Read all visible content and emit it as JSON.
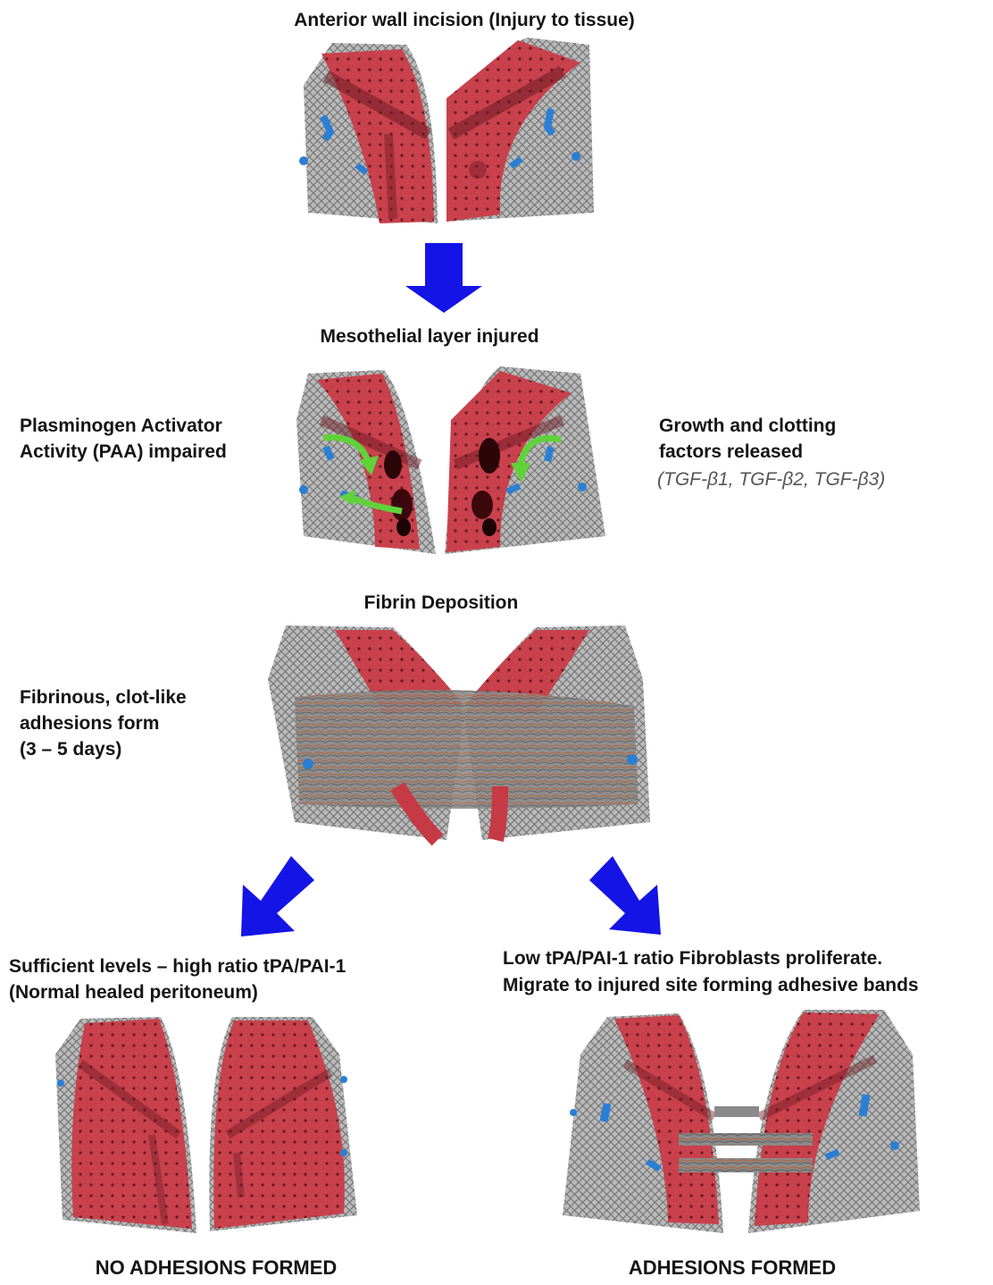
{
  "steps": {
    "incision_title": "Anterior wall incision (Injury to tissue)",
    "mesothelial_title": "Mesothelial layer injured",
    "paa_line1": "Plasminogen Activator",
    "paa_line2": "Activity (PAA) impaired",
    "growth_line1": "Growth and clotting",
    "growth_line2": "factors released",
    "growth_factors": "(TGF-β1,  TGF-β2, TGF-β3)",
    "fibrin_title": "Fibrin Deposition",
    "fibrinous_line1": "Fibrinous, clot-like",
    "fibrinous_line2": "adhesions form",
    "fibrinous_line3": "(3 – 5 days)"
  },
  "outcomes": {
    "left_line1": "Sufficient levels – high ratio tPA/PAI-1",
    "left_line2": "(Normal healed peritoneum)",
    "left_result": "NO ADHESIONS FORMED",
    "right_line1": "Low tPA/PAI-1 ratio Fibroblasts proliferate.",
    "right_line2": "Migrate to injured site forming adhesive bands",
    "right_result": "ADHESIONS FORMED"
  },
  "colors": {
    "arrow": "#1414e6",
    "tissue": "#c63a45",
    "tissue_dark": "#7a1e26",
    "mesh": "#9a9a9a",
    "vessel": "#2a7fd4",
    "green_arrow": "#5fd23a"
  }
}
